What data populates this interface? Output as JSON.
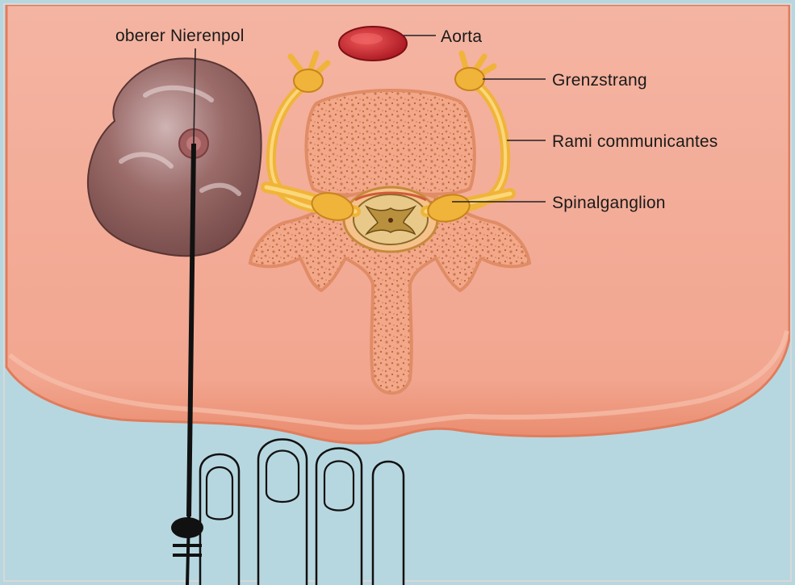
{
  "labels": {
    "upper_kidney_pole": "oberer Nierenpol",
    "aorta": "Aorta",
    "sympathetic_trunk": "Grenzstrang",
    "rami_communicantes": "Rami communicantes",
    "spinal_ganglion": "Spinalganglion"
  },
  "colors": {
    "tissue": "#f2aa95",
    "tissue_edge": "#e07d5d",
    "background_lower": "#b7d7e0",
    "kidney": "#8a5a58",
    "aorta": "#c8202a",
    "nerve": "#f0b43a",
    "vertebra": "#f3a88a",
    "vertebra_dots": "#c9784e",
    "needle": "#111111"
  }
}
